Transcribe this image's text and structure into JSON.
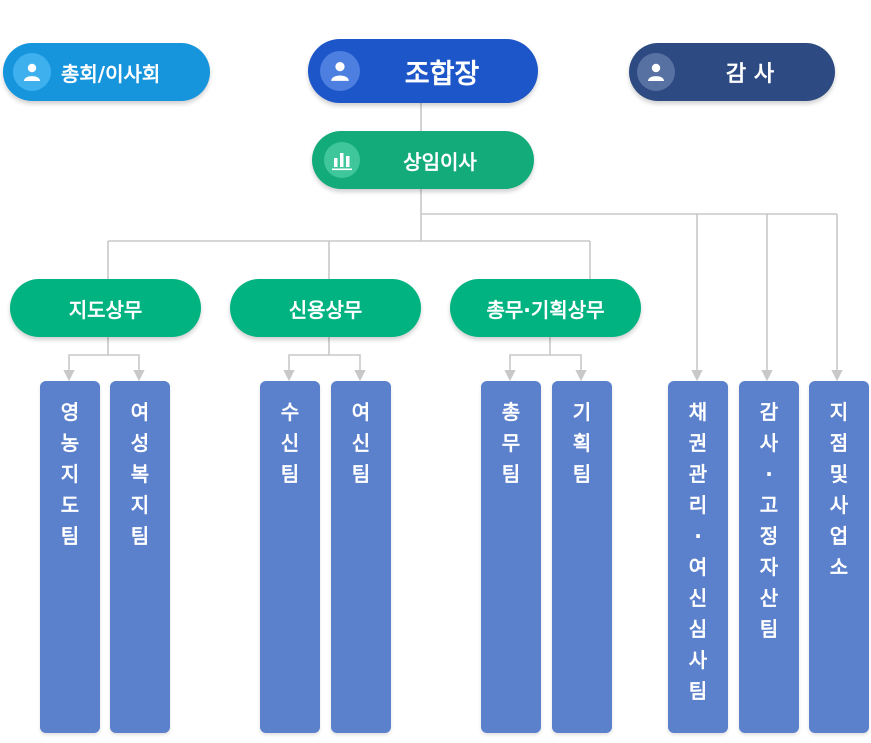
{
  "nodes": {
    "general_assembly": "총회/이사회",
    "chairman": "조합장",
    "auditor": "감 사",
    "executive": "상임이사"
  },
  "divisions": [
    {
      "label": "지도상무",
      "teams": [
        [
          "영",
          "농",
          "지",
          "도",
          "팀"
        ],
        [
          "여",
          "성",
          "복",
          "지",
          "팀"
        ]
      ]
    },
    {
      "label": "신용상무",
      "teams": [
        [
          "수",
          "신",
          "팀"
        ],
        [
          "여",
          "신",
          "팀"
        ]
      ]
    },
    {
      "label": "총무·기획상무",
      "teams": [
        [
          "총",
          "무",
          "팀"
        ],
        [
          "기",
          "획",
          "팀"
        ]
      ]
    }
  ],
  "direct_units": [
    [
      "채",
      "권",
      "관",
      "리",
      "·",
      "여",
      "신",
      "심",
      "사",
      "팀"
    ],
    [
      "감",
      "사",
      "·",
      "고",
      "정",
      "자",
      "산",
      "팀"
    ],
    [
      "지",
      "점",
      "및",
      "사",
      "업",
      "소"
    ]
  ],
  "icons": {
    "person": "person-icon",
    "chart": "bar-chart-icon"
  },
  "colors": {
    "general_assembly": "#1694dc",
    "chairman": "#1d56c9",
    "auditor": "#2d4a82",
    "executive": "#14ab7a",
    "division": "#00b380",
    "team": "#5b80cc",
    "connector": "#c8c8c8"
  }
}
